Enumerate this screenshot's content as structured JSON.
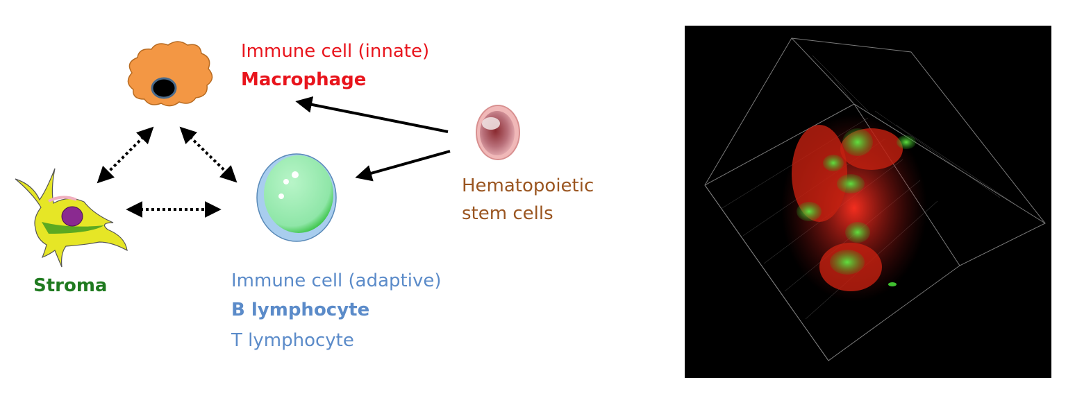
{
  "labels": {
    "innate_title": "Immune cell (innate)",
    "macrophage": "Macrophage",
    "hsc_line1": "Hematopoietic",
    "hsc_line2": "stem cells",
    "stroma": "Stroma",
    "adaptive_title": "Immune cell (adaptive)",
    "b_lymphocyte": "B lymphocyte",
    "t_lymphocyte": "T lymphocyte"
  },
  "colors": {
    "innate": "#e8141c",
    "hsc": "#9a5520",
    "stroma": "#1f7a1f",
    "adaptive": "#5b8bc9"
  }
}
